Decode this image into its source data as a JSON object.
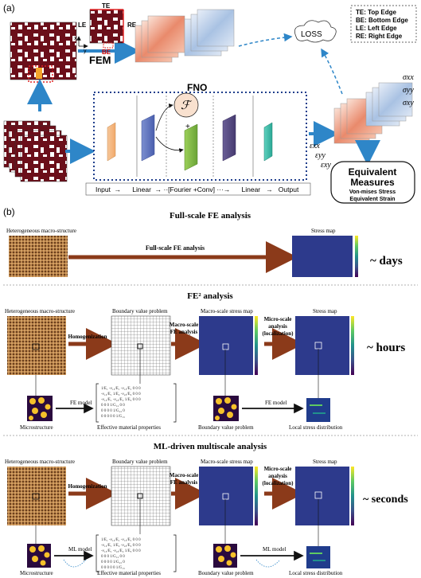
{
  "panel_a": {
    "label": "(a)",
    "fem": "FEM",
    "fno": "FNO",
    "loss": "LOSS",
    "fourier_symbol": "ℱ",
    "plus": "+",
    "axis_x": "x",
    "axis_y": "y",
    "edges": {
      "top": "TE",
      "bottom": "BE",
      "left": "LE",
      "right": "RE"
    },
    "legend": [
      "TE: Top Edge",
      "BE: Bottom Edge",
      "LE: Left Edge",
      "RE: Right Edge"
    ],
    "pipeline": "Input  →      Linear  → ··[Fourier +Conv] ···→      Linear   →   Output",
    "strain_labels": [
      "εxx",
      "εyy",
      "εxy"
    ],
    "stress_labels": [
      "σxx",
      "σyy",
      "σxy"
    ],
    "equivalent": {
      "title1": "Equivalent",
      "title2": "Measures",
      "line1": "Von-mises Stress",
      "line2": "Equivalent Strain"
    }
  },
  "panel_b": {
    "label": "(b)",
    "full": {
      "title": "Full-scale FE analysis",
      "macro_label": "Heterogeneous macro-structure",
      "stress_label": "Stress map",
      "arrow_label": "Full-scale FE analysis",
      "time": "~ days"
    },
    "fe2": {
      "title": "FE² analysis",
      "macro_label": "Heterogeneous macro-structure",
      "bvp_label": "Boundary value problem",
      "macro_map_label": "Macro-scale stress map",
      "stress_label": "Stress map",
      "homog": "Homogenization",
      "macro_fe_1": "Macro-scale",
      "macro_fe_2": "FE analysis",
      "micro_1": "Micro-scale",
      "micro_2": "analysis",
      "micro_3": "(localization)",
      "time": "~ hours",
      "model_1": "FE model",
      "model_2": "FE model",
      "micro_label": "Microstructure",
      "props_label": "Effective material properties",
      "bvp_bottom_label": "Boundary value problem",
      "local_label": "Local stress distribution"
    },
    "ml": {
      "title": "ML-driven multiscale analysis",
      "macro_label": "Heterogeneous macro-structure",
      "bvp_label": "Boundary value problem",
      "macro_map_label": "Macro-scale stress map",
      "stress_label": "Stress map",
      "homog": "Homogenization",
      "macro_fe_1": "Macro-scale",
      "macro_fe_2": "FE analysis",
      "micro_1": "Micro-scale",
      "micro_2": "analysis",
      "micro_3": "(localization)",
      "time": "~ seconds",
      "model_1": "ML model",
      "model_2": "ML model",
      "micro_label": "Microstructure",
      "props_label": "Effective material properties",
      "bvp_bottom_label": "Boundary value problem",
      "local_label": "Local stress distribution"
    }
  },
  "colors": {
    "maroon": "#6b0f1a",
    "arrow_blue": "#2e86c8",
    "brown_arrow": "#8b3a1a",
    "dotted_blue": "#1f3e8c",
    "stress_bg": "#2d3a8c"
  }
}
